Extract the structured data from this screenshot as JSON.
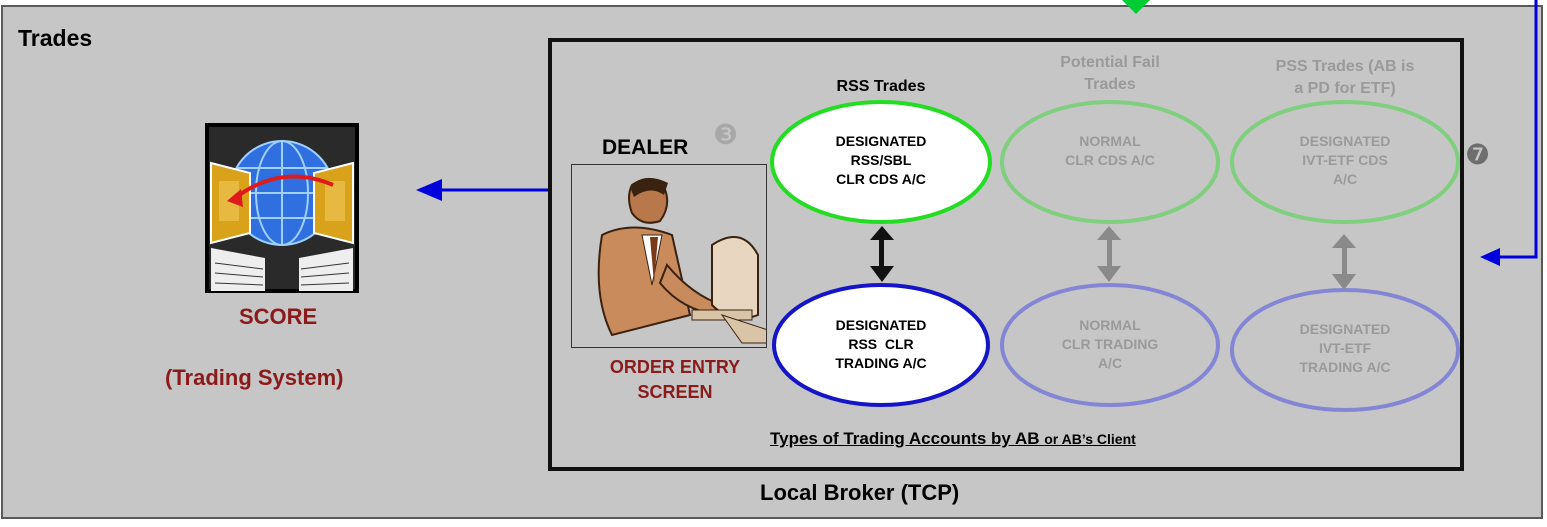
{
  "title": "Trades",
  "broker_label": "Local Broker (TCP)",
  "score": {
    "label": "SCORE",
    "sublabel": "(Trading System)"
  },
  "dealer": {
    "label": "DEALER",
    "step": "❸",
    "caption_line1": "ORDER ENTRY",
    "caption_line2": "SCREEN"
  },
  "step7": "❼",
  "columns": [
    {
      "header_lines": [
        "RSS Trades"
      ],
      "top_oval": [
        "DESIGNATED",
        "RSS/SBL",
        "CLR CDS A/C"
      ],
      "bottom_oval": [
        "DESIGNATED",
        "RSS  CLR",
        "TRADING A/C"
      ]
    },
    {
      "header_lines": [
        "Potential Fail",
        "Trades"
      ],
      "top_oval": [
        "NORMAL",
        "CLR CDS A/C"
      ],
      "bottom_oval": [
        "NORMAL",
        "CLR TRADING",
        "A/C"
      ]
    },
    {
      "header_lines": [
        "PSS Trades (AB is",
        "a PD for ETF)"
      ],
      "top_oval": [
        "DESIGNATED",
        "IVT-ETF CDS",
        "A/C"
      ],
      "bottom_oval": [
        "DESIGNATED",
        "IVT-ETF",
        "TRADING A/C"
      ]
    }
  ],
  "types_label_main": "Types of Trading Accounts by AB",
  "types_label_small": "or AB’s Client",
  "colors": {
    "panel_bg": "#c6c6c6",
    "arrow_blue": "#0000dd",
    "arrow_green": "#00cc33",
    "green_active": "#22dd22",
    "green_faded": "#7fcf7f",
    "blue_active": "#1515c8",
    "purple_faded": "#8585d5",
    "dark_red": "#8b1a1a",
    "faded_text": "#9a9a9a"
  }
}
